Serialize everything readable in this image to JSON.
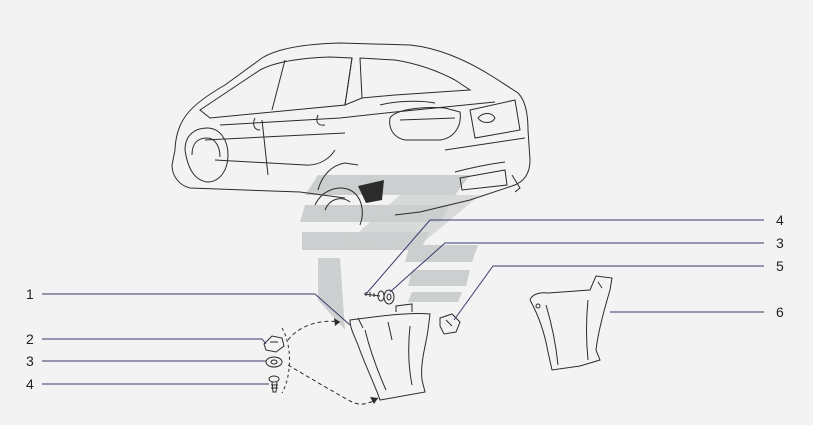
{
  "callouts": {
    "c1": "1",
    "c2": "2",
    "c3_left": "3",
    "c4_left": "4",
    "c4_right": "4",
    "c3_right": "3",
    "c5": "5",
    "c6": "6"
  },
  "colors": {
    "line": "#2b2b2b",
    "leader": "#3a3a6a",
    "watermark": "#c9cccc",
    "background": "#f3f3f3"
  },
  "icons": {
    "watermark": "brand-logo-watermark"
  }
}
